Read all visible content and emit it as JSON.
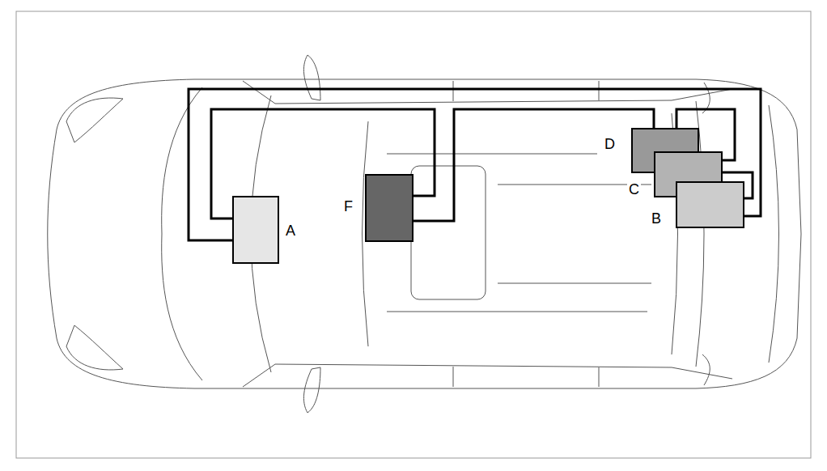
{
  "diagram": {
    "nodes": [
      {
        "text": [
          "A"
        ]
      },
      {
        "text": [
          "F"
        ]
      },
      {
        "text": [
          "D"
        ]
      },
      {
        "text": [
          "C"
        ]
      },
      {
        "text": [
          "B"
        ]
      }
    ],
    "edges": [
      {
        "from": 0,
        "to": 1,
        "arrow": "none"
      },
      {
        "from": 1,
        "to": 2,
        "arrow": "none"
      },
      {
        "from": 2,
        "to": 3,
        "arrow": "none"
      },
      {
        "from": 3,
        "to": 4,
        "arrow": "none"
      },
      {
        "from": 4,
        "to": 0,
        "arrow": "none"
      }
    ]
  }
}
